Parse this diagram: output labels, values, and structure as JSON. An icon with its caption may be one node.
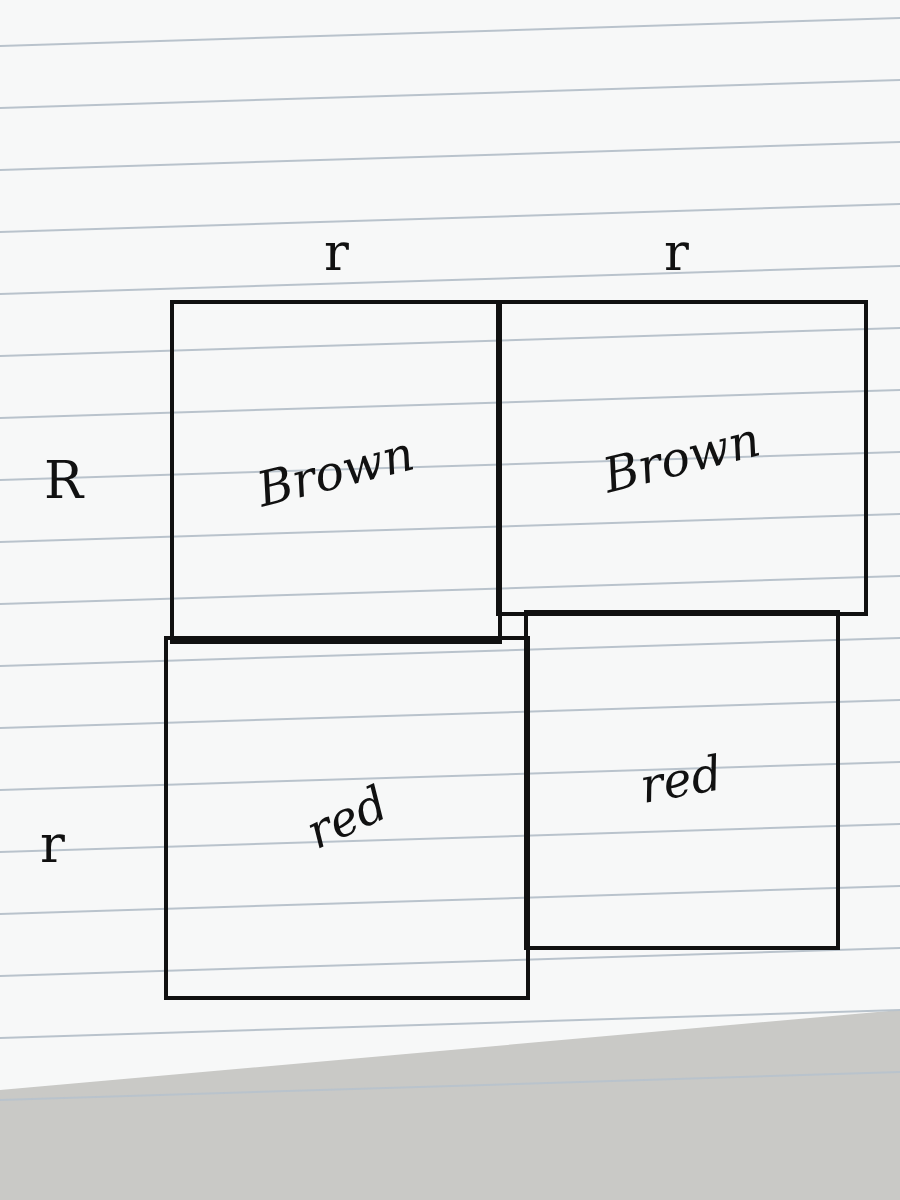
{
  "diagram": {
    "nodes": [
      {
        "text": [
          "Brown"
        ]
      },
      {
        "text": [
          "Brown"
        ]
      },
      {
        "text": [
          "red"
        ]
      },
      {
        "text": [
          "red"
        ]
      }
    ],
    "labels": [
      "r",
      "r",
      "R",
      "r"
    ]
  }
}
